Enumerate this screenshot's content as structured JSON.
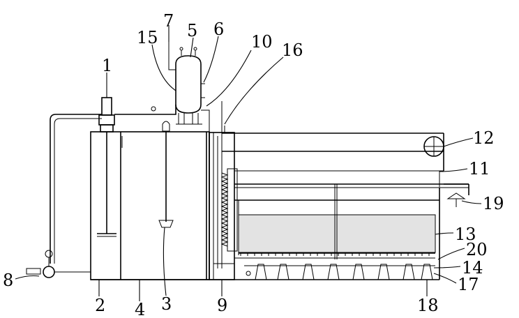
{
  "figure": {
    "labels": {
      "n1": "1",
      "n2": "2",
      "n3": "3",
      "n4": "4",
      "n5": "5",
      "n6": "6",
      "n7": "7",
      "n8": "8",
      "n9": "9",
      "n10": "10",
      "n11": "11",
      "n12": "12",
      "n13": "13",
      "n14": "14",
      "n15": "15",
      "n16": "16",
      "n17": "17",
      "n18": "18",
      "n19": "19",
      "n20": "20"
    }
  }
}
